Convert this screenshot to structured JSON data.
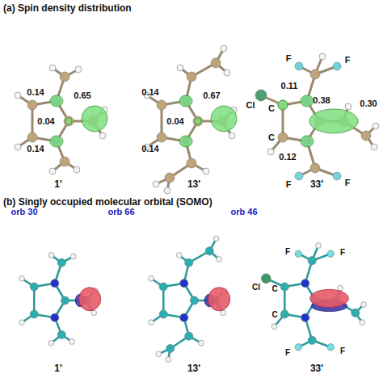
{
  "diagram": {
    "labels": [
      "(a) Spin density distribution",
      "0.14",
      "0.65",
      "0.04",
      "0.14",
      "1'",
      "0.14",
      "0.67",
      "0.04",
      "0.14",
      "13'",
      "Cl",
      "0.11",
      "C",
      "F",
      "F",
      "0.38",
      "0.30",
      "C",
      "0.12",
      "F",
      "F",
      "33'",
      "(b) Singly occupied molecular orbital (SOMO)",
      "orb 30",
      "orb 66",
      "orb 46",
      "1'",
      "13'",
      "33'",
      "Cl",
      "C",
      "C",
      "F",
      "F",
      "F",
      "F"
    ]
  }
}
